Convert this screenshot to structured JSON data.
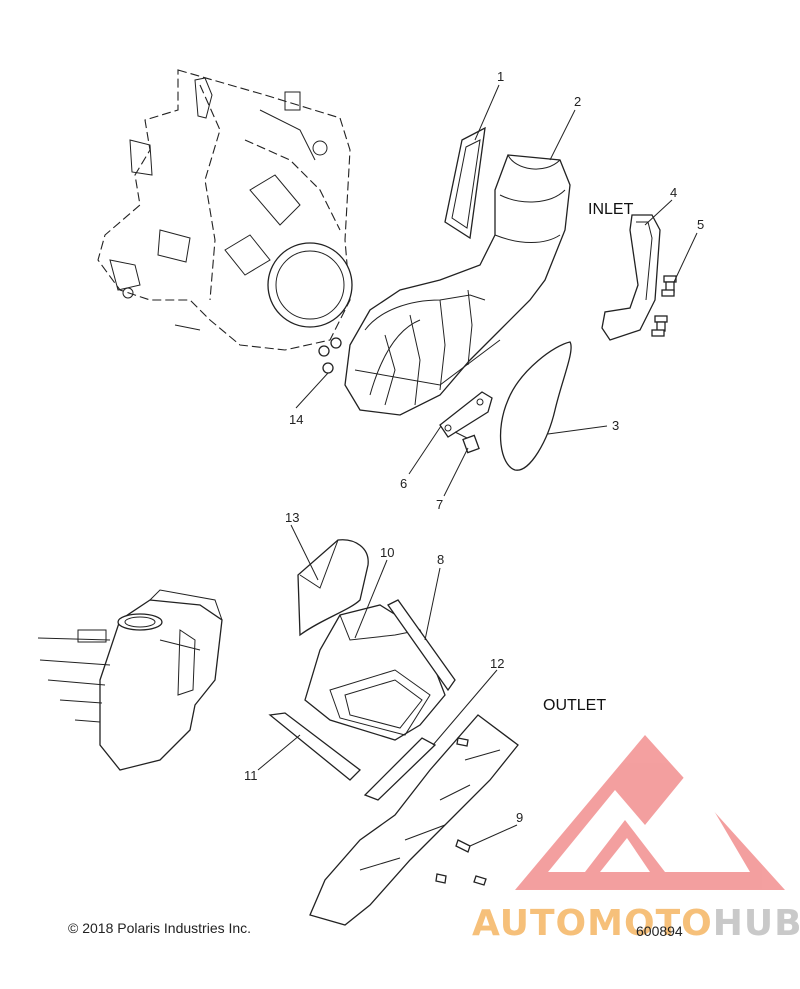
{
  "callouts": {
    "c1": "1",
    "c2": "2",
    "c3": "3",
    "c4": "4",
    "c5": "5",
    "c6": "6",
    "c7": "7",
    "c8": "8",
    "c9": "9",
    "c10": "10",
    "c11": "11",
    "c12": "12",
    "c13": "13",
    "c14": "14"
  },
  "sections": {
    "inlet": "INLET",
    "outlet": "OUTLET"
  },
  "footer": {
    "copyright": "© 2018 Polaris Industries Inc.",
    "figure_number": "600894"
  },
  "watermark": {
    "part1": "AUTOMOTO",
    "part2": "HUB",
    "colors": {
      "triangle": "#f08080",
      "text_orange": "#f6c07a",
      "text_gray": "#c9c9c9"
    }
  }
}
